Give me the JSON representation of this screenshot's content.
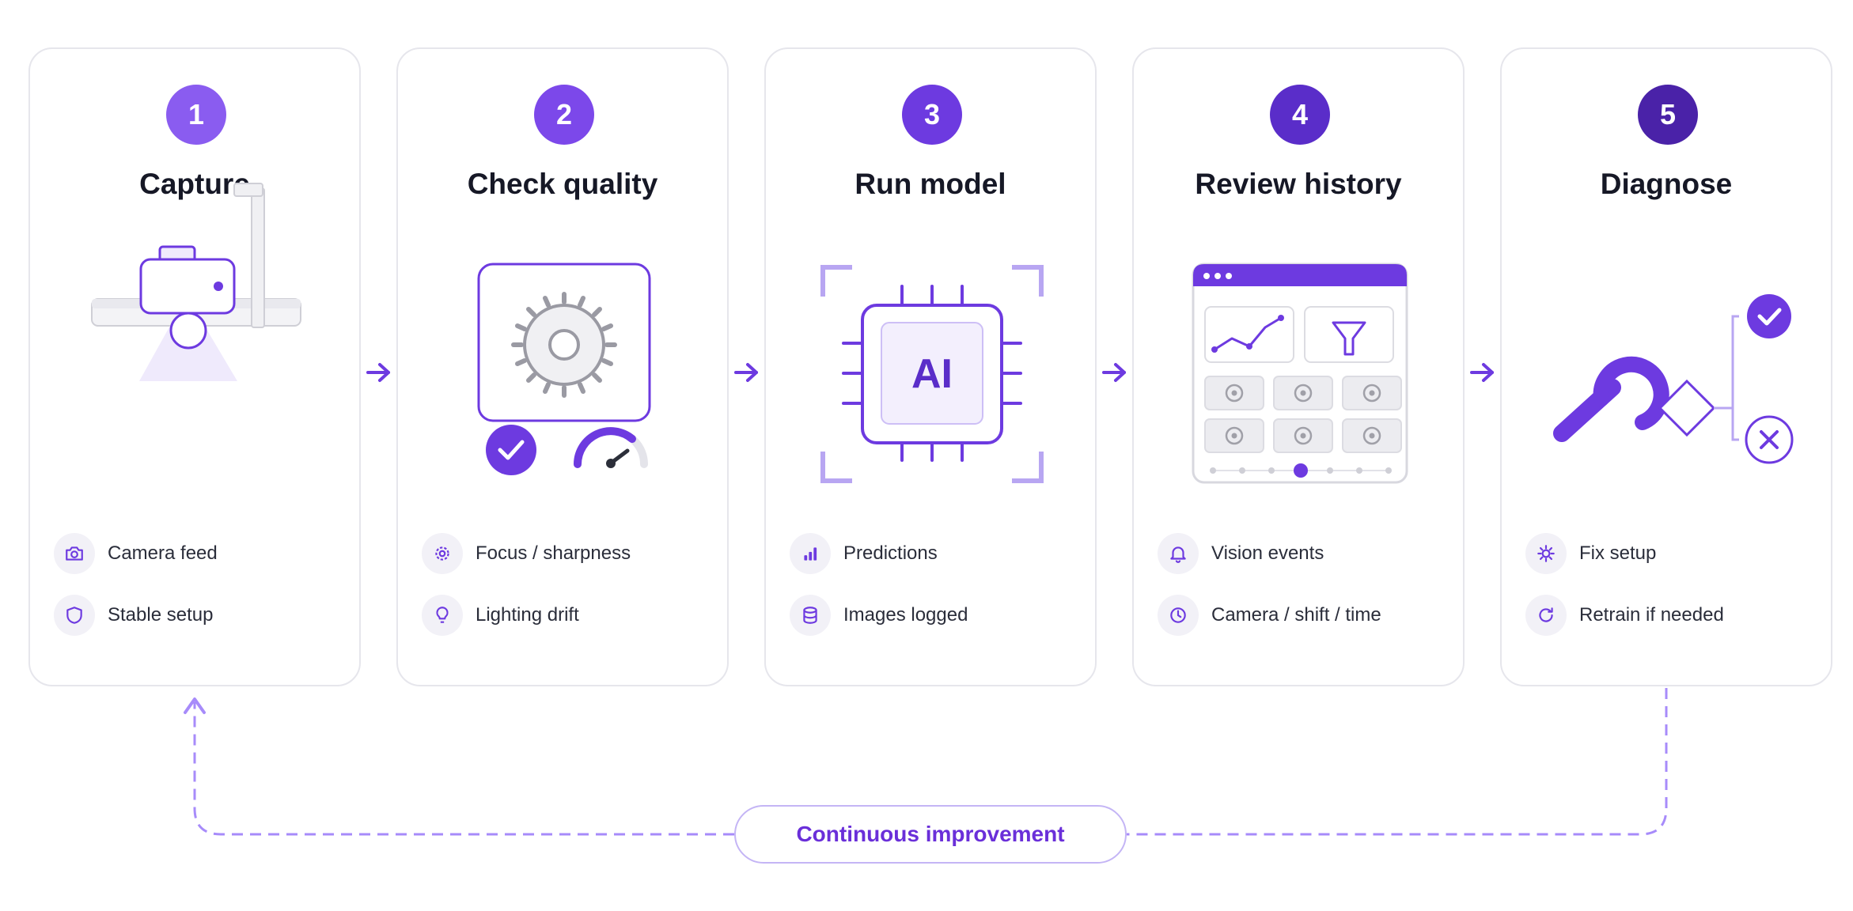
{
  "steps": [
    {
      "number": "1",
      "title": "Capture",
      "features": [
        {
          "icon": "camera-icon",
          "label": "Camera feed"
        },
        {
          "icon": "shield-icon",
          "label": "Stable setup"
        }
      ]
    },
    {
      "number": "2",
      "title": "Check quality",
      "features": [
        {
          "icon": "focus-icon",
          "label": "Focus / sharpness"
        },
        {
          "icon": "lightbulb-icon",
          "label": "Lighting drift"
        }
      ]
    },
    {
      "number": "3",
      "title": "Run model",
      "features": [
        {
          "icon": "bar-chart-icon",
          "label": "Predictions"
        },
        {
          "icon": "database-icon",
          "label": "Images logged"
        }
      ]
    },
    {
      "number": "4",
      "title": "Review history",
      "features": [
        {
          "icon": "bell-icon",
          "label": "Vision events"
        },
        {
          "icon": "clock-icon",
          "label": "Camera / shift / time"
        }
      ]
    },
    {
      "number": "5",
      "title": "Diagnose",
      "features": [
        {
          "icon": "gear-icon",
          "label": "Fix setup"
        },
        {
          "icon": "refresh-icon",
          "label": "Retrain if needed"
        }
      ]
    }
  ],
  "chip_label": "AI",
  "loop_label": "Continuous improvement",
  "colors": {
    "accent": "#6d3ae0",
    "badges": [
      "#8a5cf0",
      "#7c48ea",
      "#6d3ae0",
      "#5a2dc9",
      "#4a22a8"
    ],
    "light_accent": "#b8a6f2",
    "card_border": "#e6e6ec",
    "text": "#161826"
  }
}
